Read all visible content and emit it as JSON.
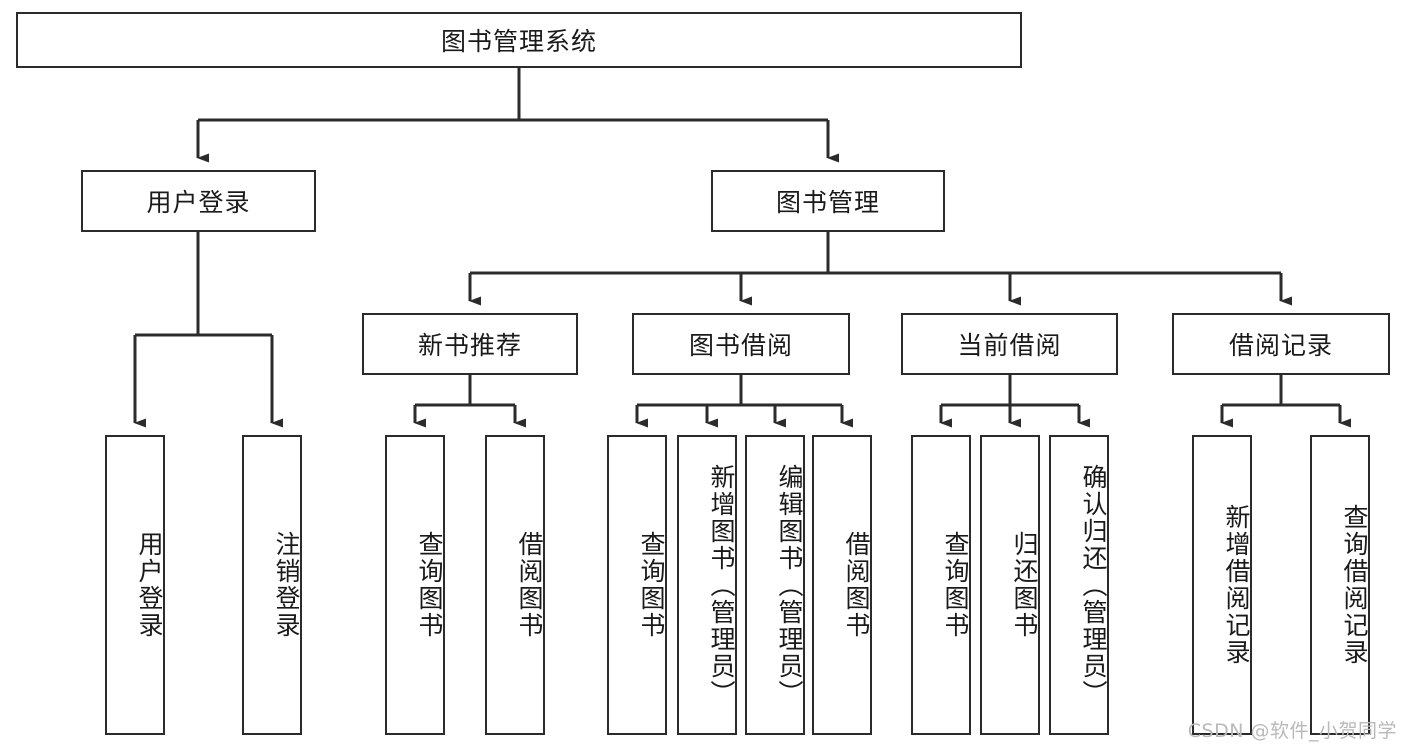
{
  "diagram": {
    "title": "图书管理系统",
    "type": "tree-hierarchy-chart",
    "root": {
      "label": "图书管理系统"
    },
    "level2": [
      {
        "label": "用户登录"
      },
      {
        "label": "图书管理"
      }
    ],
    "level3": [
      {
        "label": "新书推荐"
      },
      {
        "label": "图书借阅"
      },
      {
        "label": "当前借阅"
      },
      {
        "label": "借阅记录"
      }
    ],
    "leaves": {
      "user_login": [
        {
          "label": "用户登录"
        },
        {
          "label": "注销登录"
        }
      ],
      "new_book_recommend": [
        {
          "label": "查询图书"
        },
        {
          "label": "借阅图书"
        }
      ],
      "book_borrow": [
        {
          "label": "查询图书"
        },
        {
          "label": "新增图书（管理员）"
        },
        {
          "label": "编辑图书（管理员）"
        },
        {
          "label": "借阅图书"
        }
      ],
      "current_borrow": [
        {
          "label": "查询图书"
        },
        {
          "label": "归还图书"
        },
        {
          "label": "确认归还（管理员）"
        }
      ],
      "borrow_records": [
        {
          "label": "新增借阅记录"
        },
        {
          "label": "查询借阅记录"
        }
      ]
    }
  },
  "watermark": {
    "text": "CSDN @软件_小贺同学"
  },
  "colors": {
    "border": "#2b2b2b",
    "text": "#1a1a1a",
    "background": "#ffffff",
    "edge": "#2b2b2b",
    "watermark": "#b9b9b9"
  }
}
